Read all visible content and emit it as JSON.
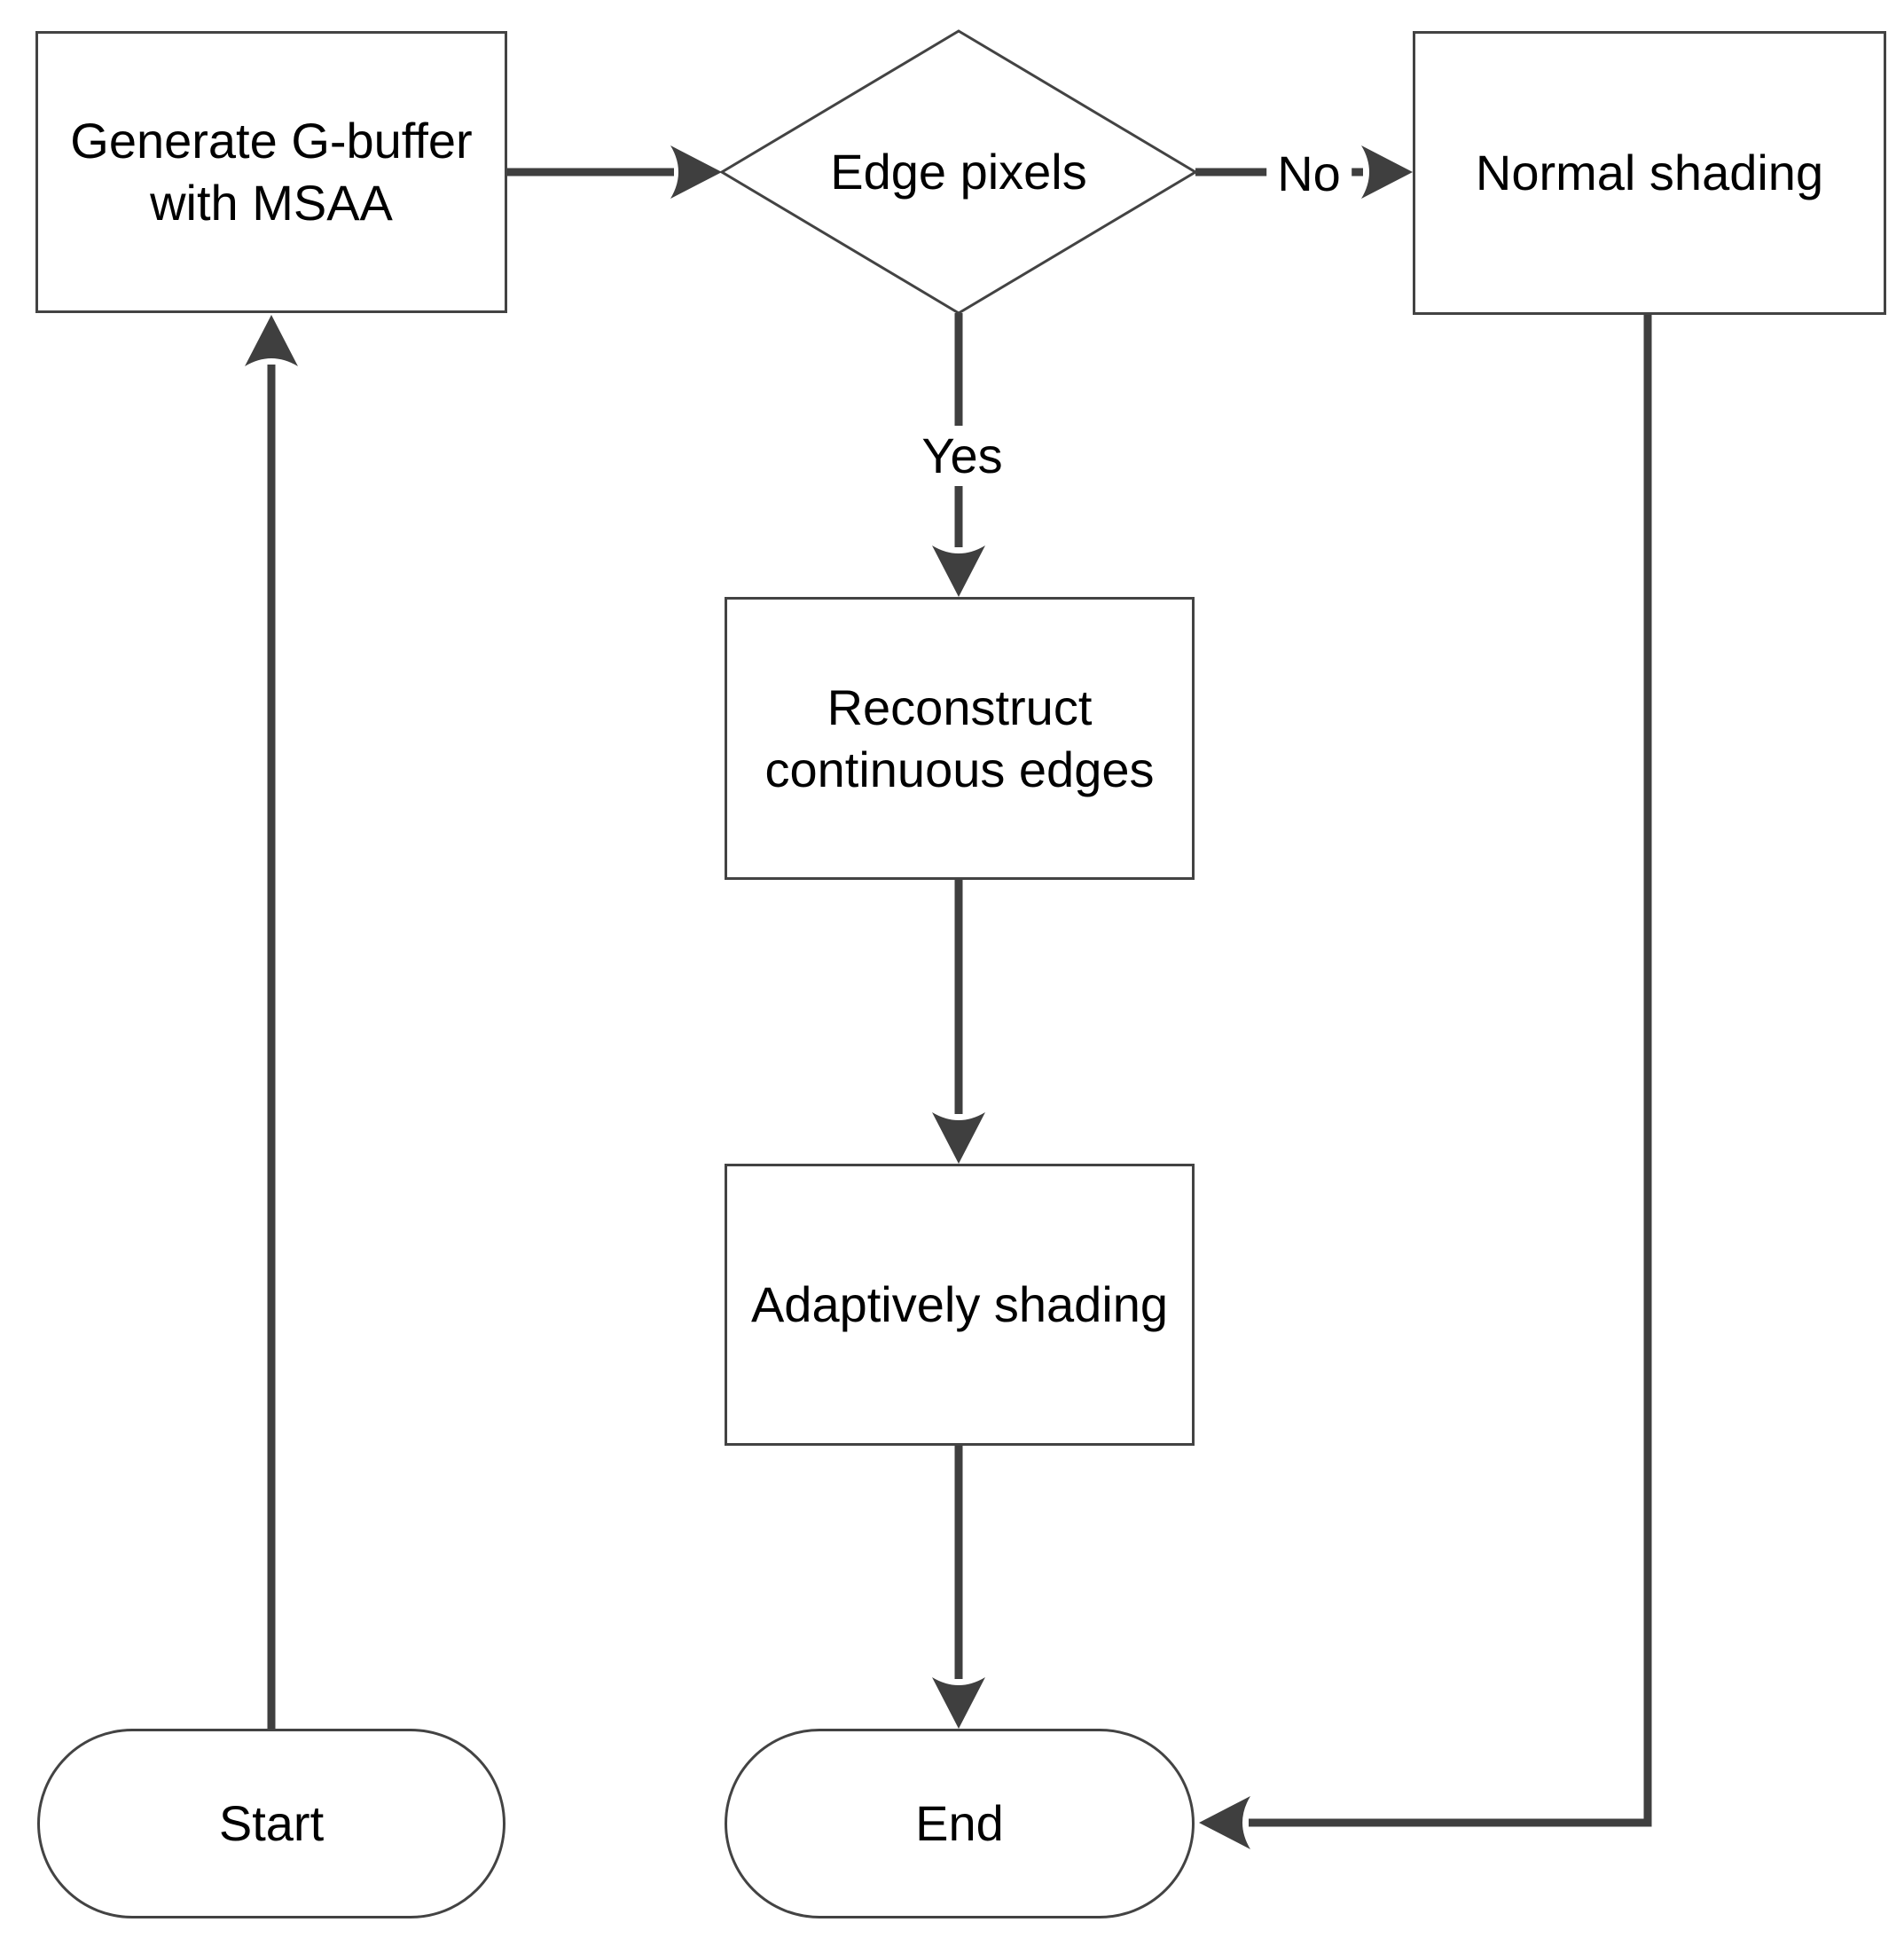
{
  "diagram": {
    "type": "flowchart",
    "nodes": {
      "generate": {
        "lines": [
          "Generate G-buffer",
          "with MSAA"
        ],
        "shape": "process"
      },
      "decision": {
        "label": "Edge pixels",
        "shape": "decision"
      },
      "normal": {
        "label": "Normal shading",
        "shape": "process"
      },
      "reconstruct": {
        "lines": [
          "Reconstruct",
          "continuous edges"
        ],
        "shape": "process"
      },
      "adaptive": {
        "label": "Adaptively shading",
        "shape": "process"
      },
      "start": {
        "label": "Start",
        "shape": "terminal"
      },
      "end": {
        "label": "End",
        "shape": "terminal"
      }
    },
    "edges": {
      "yes_label": "Yes",
      "no_label": "No",
      "flow": [
        "start -> generate",
        "generate -> decision",
        "decision -(No)-> normal",
        "decision -(Yes)-> reconstruct",
        "reconstruct -> adaptive",
        "adaptive -> end",
        "normal -> end"
      ]
    },
    "colors": {
      "node_border": "#434343",
      "connector": "#3f3f3f",
      "text": "#000000",
      "background": "#ffffff"
    }
  }
}
